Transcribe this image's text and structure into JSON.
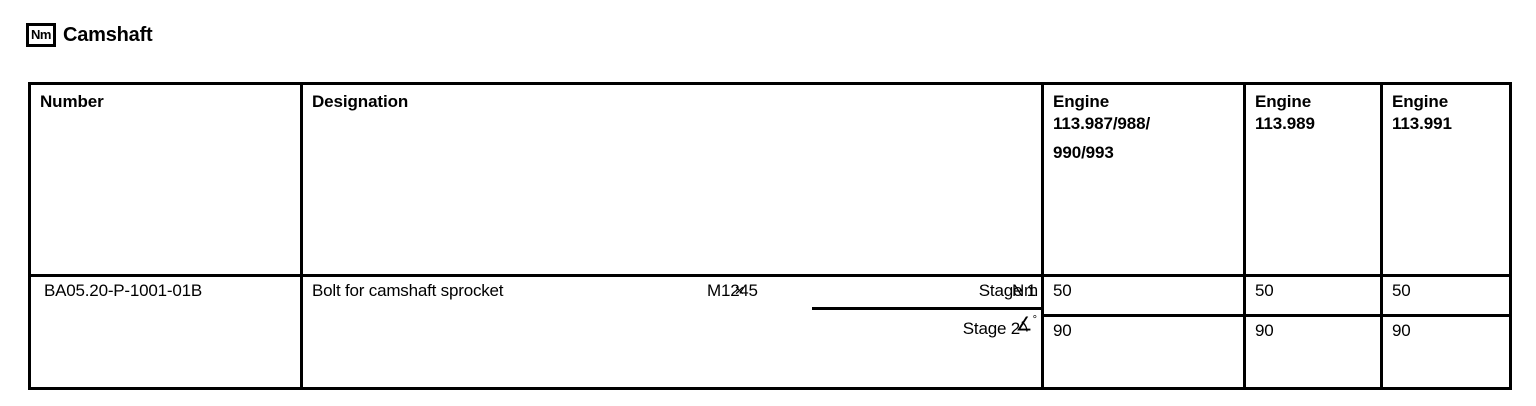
{
  "header": {
    "unit_badge": "Nm",
    "badge_icon_name": "newton-meter-icon",
    "title": "Camshaft"
  },
  "table": {
    "columns": [
      {
        "key": "number",
        "label": "Number"
      },
      {
        "key": "designation",
        "label": "Designation"
      },
      {
        "key": "engine1",
        "label_line1": "Engine",
        "label_line2": "113.987/988/",
        "label_line3": "990/993"
      },
      {
        "key": "engine2",
        "label_line1": "Engine",
        "label_line2": "113.989",
        "label_line3": ""
      },
      {
        "key": "engine3",
        "label_line1": "Engine",
        "label_line2": "113.991",
        "label_line3": ""
      }
    ],
    "rows": [
      {
        "number": "BA05.20-P-1001-01B",
        "designation": "Bolt for camshaft sprocket",
        "size": "M12",
        "size_symbol": "×",
        "size_value": "45",
        "stages": [
          {
            "label": "Stage 1",
            "unit": "Nm",
            "unit_icon": "newton-meter-text",
            "engine1": "50",
            "engine2": "50",
            "engine3": "50"
          },
          {
            "label": "Stage 2",
            "unit": "∡",
            "unit_suffix": "°",
            "unit_icon": "angle-degree-icon",
            "engine1": "90",
            "engine2": "90",
            "engine3": "90"
          }
        ]
      }
    ]
  },
  "colors": {
    "border": "#000000",
    "text": "#000000",
    "background": "#ffffff"
  }
}
